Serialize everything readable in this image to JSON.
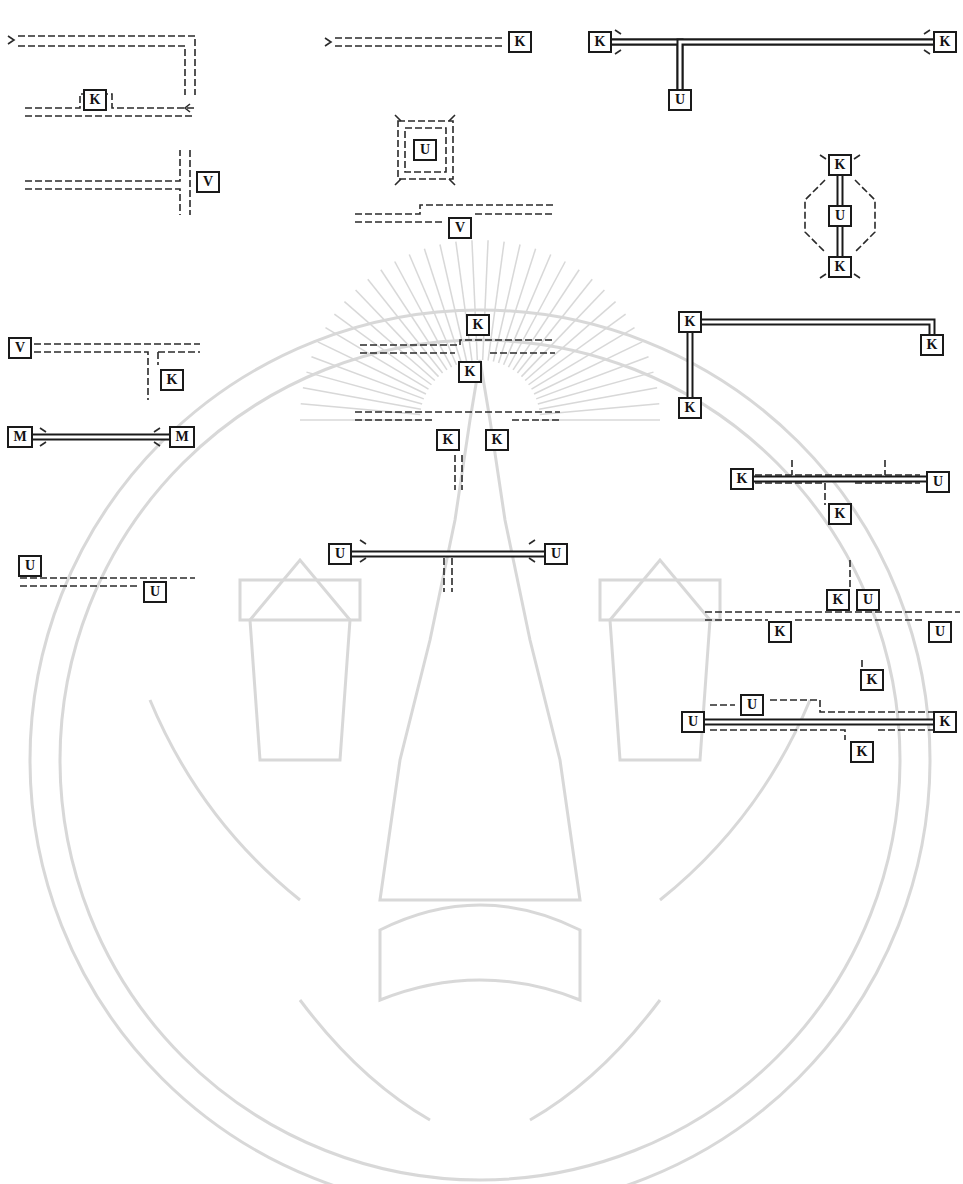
{
  "diagram": {
    "nodes": [
      {
        "text": [
          "K"
        ]
      },
      {
        "text": [
          "V"
        ]
      },
      {
        "text": [
          "V"
        ]
      },
      {
        "text": [
          "K"
        ]
      },
      {
        "text": [
          "M"
        ]
      },
      {
        "text": [
          "M"
        ]
      },
      {
        "text": [
          "U"
        ]
      },
      {
        "text": [
          "U"
        ]
      },
      {
        "text": [
          "K"
        ]
      },
      {
        "text": [
          "U"
        ]
      },
      {
        "text": [
          "V"
        ]
      },
      {
        "text": [
          "K"
        ]
      },
      {
        "text": [
          "K"
        ]
      },
      {
        "text": [
          "K"
        ]
      },
      {
        "text": [
          "K"
        ]
      },
      {
        "text": [
          "U"
        ]
      },
      {
        "text": [
          "U"
        ]
      },
      {
        "text": [
          "K"
        ]
      },
      {
        "text": [
          "K"
        ]
      },
      {
        "text": [
          "U"
        ]
      },
      {
        "text": [
          "K"
        ]
      },
      {
        "text": [
          "U"
        ]
      },
      {
        "text": [
          "K"
        ]
      },
      {
        "text": [
          "K"
        ]
      },
      {
        "text": [
          "K"
        ]
      },
      {
        "text": [
          "K"
        ]
      },
      {
        "text": [
          "K"
        ]
      },
      {
        "text": [
          "K"
        ]
      },
      {
        "text": [
          "U"
        ]
      },
      {
        "text": [
          "K"
        ]
      },
      {
        "text": [
          "U"
        ]
      },
      {
        "text": [
          "K"
        ]
      },
      {
        "text": [
          "U"
        ]
      },
      {
        "text": [
          "K"
        ]
      },
      {
        "text": [
          "U"
        ]
      },
      {
        "text": [
          "U"
        ]
      },
      {
        "text": [
          "K"
        ]
      },
      {
        "text": [
          "K"
        ]
      }
    ],
    "edges": [
      {
        "from": 4,
        "to": 5,
        "arrow": "none"
      },
      {
        "from": 15,
        "to": 16,
        "arrow": "none"
      },
      {
        "from": 17,
        "to": 18,
        "arrow": "none"
      },
      {
        "from": 17,
        "to": 19,
        "arrow": "none"
      },
      {
        "from": 18,
        "to": 19,
        "arrow": "none"
      },
      {
        "from": 20,
        "to": 21,
        "arrow": "none"
      },
      {
        "from": 21,
        "to": 22,
        "arrow": "none"
      },
      {
        "from": 23,
        "to": 24,
        "arrow": "none"
      },
      {
        "from": 23,
        "to": 25,
        "arrow": "none"
      },
      {
        "from": 26,
        "to": 28,
        "arrow": "none"
      },
      {
        "from": 35,
        "to": 36,
        "arrow": "none"
      }
    ]
  }
}
